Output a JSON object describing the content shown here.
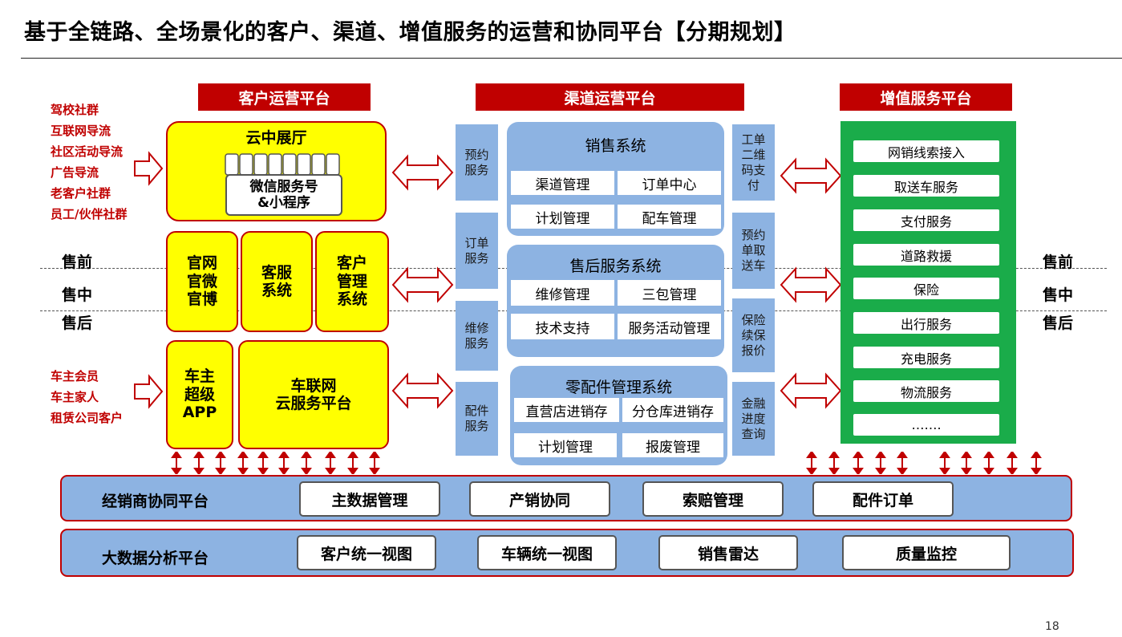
{
  "title": "基于全链路、全场景化的客户、渠道、增值服务的运营和协同平台【分期规划】",
  "headers": {
    "customer": "客户运营平台",
    "channel": "渠道运营平台",
    "value_added": "增值服务平台"
  },
  "customer": {
    "sources_top": [
      "驾校社群",
      "互联网导流",
      "社区活动导流",
      "广告导流",
      "老客户社群",
      "员工/伙伴社群"
    ],
    "sources_bottom": [
      "车主会员",
      "车主家人",
      "租赁公司客户"
    ],
    "cloud_hall": {
      "title": "云中展厅",
      "inner_line1": "微信服务号",
      "inner_line2": "&小程序"
    },
    "box_official": "官网\n官微\n官博",
    "box_service": "客服\n系统",
    "box_cust_mgmt": "客户\n管理\n系统",
    "box_owner_app": "车主\n超级\nAPP",
    "box_iov": "车联网\n云服务平台"
  },
  "stages": {
    "pre": "售前",
    "mid": "售中",
    "post": "售后"
  },
  "channel": {
    "left_tabs": [
      "预约\n服务",
      "订单\n服务",
      "维修\n服务",
      "配件\n服务"
    ],
    "right_tabs": [
      "工单\n二维\n码支\n付",
      "预约\n单取\n送车",
      "保险\n续保\n报价",
      "金融\n进度\n查询"
    ],
    "sales": {
      "title": "销售系统",
      "cells": [
        "渠道管理",
        "订单中心",
        "计划管理",
        "配车管理"
      ]
    },
    "after_sales": {
      "title": "售后服务系统",
      "cells": [
        "维修管理",
        "三包管理",
        "技术支持",
        "服务活动管理"
      ]
    },
    "parts": {
      "title": "零配件管理系统",
      "cells": [
        "直营店进销存",
        "分仓库进销存",
        "计划管理",
        "报废管理"
      ]
    }
  },
  "value_added": {
    "items": [
      "网销线索接入",
      "取送车服务",
      "支付服务",
      "道路救援",
      "保险",
      "出行服务",
      "充电服务",
      "物流服务",
      "……."
    ]
  },
  "bands": [
    {
      "label": "经销商协同平台",
      "items": [
        "主数据管理",
        "产销协同",
        "索赔管理",
        "配件订单"
      ]
    },
    {
      "label": "大数据分析平台",
      "items": [
        "客户统一视图",
        "车辆统一视图",
        "销售雷达",
        "质量监控"
      ]
    }
  ],
  "page_number": "18",
  "colors": {
    "brand_red": "#c00000",
    "yellow": "#ffff00",
    "light_blue": "#8db3e2",
    "green": "#1aac4a"
  }
}
